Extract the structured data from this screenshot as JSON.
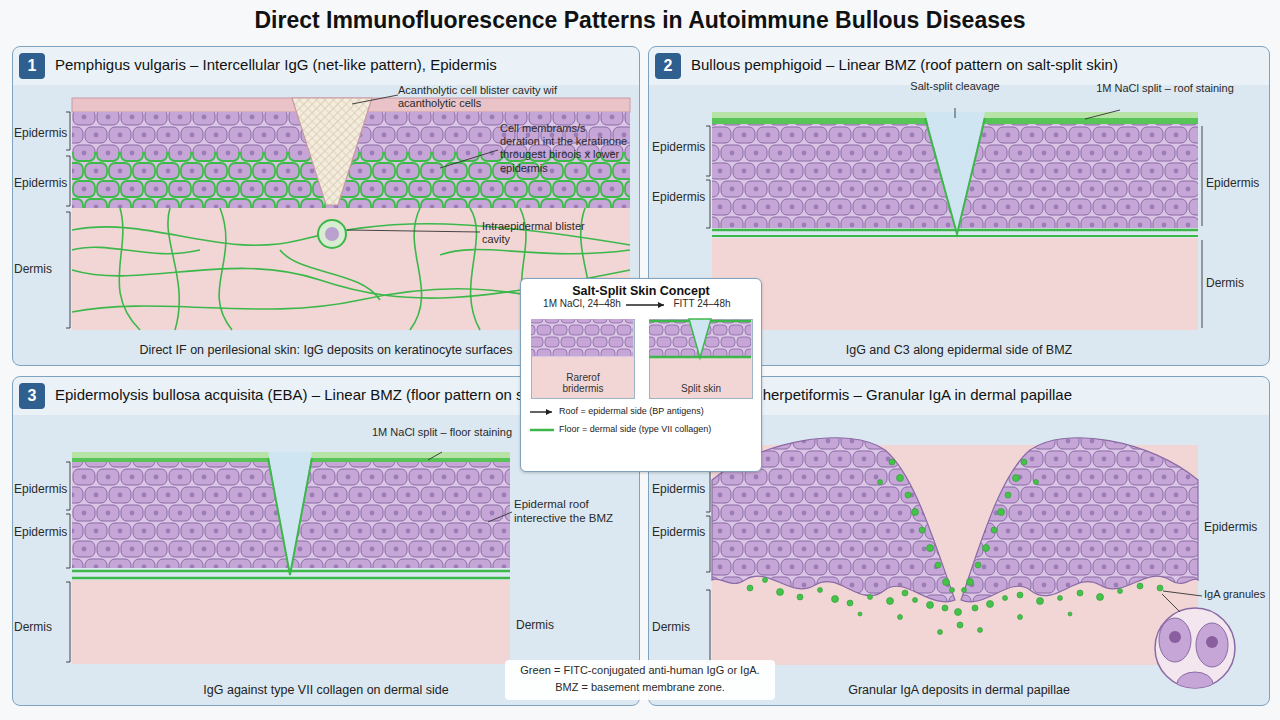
{
  "diagram": {
    "title": "Direct Immunofluorescence Patterns in Autoimmune Bullous Diseases",
    "nodes": [
      {
        "text": [
          "Pemphigus vulgaris – Intercellular IgG (net-like pattern), Epidermis",
          "Direct IF on perilesional skin: IgG deposits on keratinocyte surfaces"
        ]
      },
      {
        "text": [
          "1"
        ],
        "in": 0
      },
      {
        "text": [
          "Bullous pemphigoid – Linear BMZ (roof pattern on salt-split skin)",
          "IgG and C3 along epidermal side of BMZ"
        ]
      },
      {
        "text": [
          "2"
        ],
        "in": 2
      },
      {
        "text": [
          "Salt-Split Skin Concept"
        ]
      },
      {
        "text": [
          "Rarerof bridermis"
        ],
        "in": 4
      },
      {
        "text": [
          "Split skin"
        ],
        "in": 4
      },
      {
        "text": [
          "Epidermolysis bullosa acquisita (EBA) – Linear BMZ (floor pattern on salt-split skin)",
          "IgG against type VII collagen on dermal side"
        ]
      },
      {
        "text": [
          "3"
        ],
        "in": 7
      },
      {
        "text": [
          "Dermatitis herpetiformis – Granular IgA in dermal papillae",
          "Granular IgA deposits in dermal papillae"
        ]
      },
      {
        "text": [
          "4"
        ],
        "in": 9
      }
    ],
    "labels": [
      "Acantholytic cell blister cavity wif acantholytic cells",
      "Epidermis",
      "Cell membrams/s deration int the keratinone througest biroois x lower epidermis",
      "Epidermis",
      "Intraepidermal blister cavity",
      "Dermis",
      "Salt-split cleavage",
      "1M NaCl split – roof staining",
      "Epidermis",
      "Epidermis",
      "Epidermis",
      "Dermis",
      "1M NaCl split – floor staining",
      "Epidermis",
      "Epidermal roof interective the BMZ",
      "Epidermis",
      "Dermis",
      "Dermis",
      "Epidermis",
      "Epidermis",
      "Epidermis",
      "IgA granules",
      "Dermis",
      "1M NaCl, 24–48h",
      "FITT 24–48h",
      "Green = FITC-conjugated anti-human IgG or IgA.",
      "BMZ = basement membrane zone."
    ],
    "legend": [
      {
        "text": "Roof = epidermal side (BP antigens)"
      },
      {
        "text": "Floor = dermal side (type VII collagen)"
      }
    ]
  }
}
